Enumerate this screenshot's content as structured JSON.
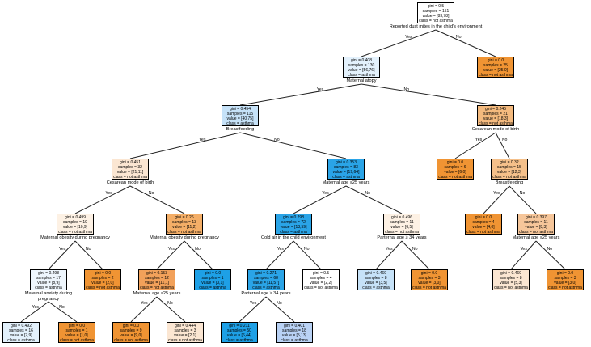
{
  "colors": {
    "asthma_strong": "#1ea0e6",
    "asthma_mid": "#b9dcf7",
    "asthma_light": "#e3f1fc",
    "not_asthma_strong": "#f09433",
    "not_asthma_mid": "#f4ba7e",
    "not_asthma_light": "#fbe6d2"
  },
  "edge_labels": {
    "yes": "Yes",
    "no": "No"
  },
  "nodes": [
    {
      "id": "n0",
      "lines": [
        "gini = 0.5",
        "samples = 151",
        "value = [83,78]",
        "class = not asthma"
      ],
      "split": "Reported dust mites in the child's environment",
      "color": "#ffffff"
    },
    {
      "id": "n1",
      "lines": [
        "gini = 0.408",
        "samples = 130",
        "value = [56,76]",
        "class = asthma"
      ],
      "split": "Maternal atopy",
      "color": "#e3f1fc"
    },
    {
      "id": "n2",
      "lines": [
        "gini = 0.0",
        "samples = 25",
        "value = [25,0]",
        "class = not asthma"
      ],
      "split": "",
      "color": "#f09433"
    },
    {
      "id": "n3",
      "lines": [
        "gini = 0.454",
        "samples = 115",
        "value = [40,75]",
        "class = asthma"
      ],
      "split": "Breastfeeding",
      "color": "#c6e2f8"
    },
    {
      "id": "n4",
      "lines": [
        "gini = 0.245",
        "samples = 21",
        "value = [18,3]",
        "class = not asthma"
      ],
      "split": "Cesarean mode of birth",
      "color": "#f4ba7e"
    },
    {
      "id": "n5",
      "lines": [
        "gini = 0.451",
        "samples = 32",
        "value = [21,11]",
        "class = not asthma"
      ],
      "split": "Cesarean mode of birth",
      "color": "#fbe6d2"
    },
    {
      "id": "n6",
      "lines": [
        "gini = 0.353",
        "samples = 83",
        "value = [19,64]",
        "class = asthma"
      ],
      "split": "Maternal age ≤25 years",
      "color": "#2aa4e7"
    },
    {
      "id": "n7",
      "lines": [
        "gini = 0.0",
        "samples = 6",
        "value = [6,0]",
        "class = not asthma"
      ],
      "split": "",
      "color": "#f09433"
    },
    {
      "id": "n8",
      "lines": [
        "gini = 0.32",
        "samples = 15",
        "value = [12,3]",
        "class = not asthma"
      ],
      "split": "Breastfeeding",
      "color": "#f5c08a"
    },
    {
      "id": "n9",
      "lines": [
        "gini = 0.499",
        "samples = 19",
        "value = [10,9]",
        "class = not asthma"
      ],
      "split": "Maternal obesity during pregnancy",
      "color": "#fdf1e4"
    },
    {
      "id": "n10",
      "lines": [
        "gini = 0.26",
        "samples = 13",
        "value = [11,2]",
        "class = not asthma"
      ],
      "split": "Maternal obesity during pregnancy",
      "color": "#f4ae67"
    },
    {
      "id": "n11",
      "lines": [
        "gini = 0.298",
        "samples = 72",
        "value = [13,59]",
        "class = asthma"
      ],
      "split": "Cold air in the child environment",
      "color": "#2aa4e7"
    },
    {
      "id": "n12",
      "lines": [
        "gini = 0.496",
        "samples = 11",
        "value = [6,5]",
        "class = not asthma"
      ],
      "split": "Parternal age ≥ 34 years",
      "color": "#fdf1e4"
    },
    {
      "id": "n13",
      "lines": [
        "gini = 0.0",
        "samples = 4",
        "value = [4,0]",
        "class = not asthma"
      ],
      "split": "",
      "color": "#f09433"
    },
    {
      "id": "n14",
      "lines": [
        "gini = 0.397",
        "samples = 11",
        "value = [8,3]",
        "class = not asthma"
      ],
      "split": "Maternal age ≤25 years",
      "color": "#f6c69a"
    },
    {
      "id": "n15",
      "lines": [
        "gini = 0.498",
        "samples = 17",
        "value = [8,9]",
        "class = asthma"
      ],
      "split": "Maternal anxiety during pregnancy",
      "color": "#eef6fd"
    },
    {
      "id": "n16",
      "lines": [
        "gini = 0.0",
        "samples = 2",
        "value = [2,0]",
        "class = not asthma"
      ],
      "split": "",
      "color": "#f09433"
    },
    {
      "id": "n17",
      "lines": [
        "gini = 0.153",
        "samples = 12",
        "value = [11,1]",
        "class = not asthma"
      ],
      "split": "Maternal age ≤25 years",
      "color": "#f2a15a"
    },
    {
      "id": "n18",
      "lines": [
        "gini = 0.0",
        "samples = 1",
        "value = [0,1]",
        "class = asthma"
      ],
      "split": "",
      "color": "#1ea0e6"
    },
    {
      "id": "n19",
      "lines": [
        "gini = 0.271",
        "samples = 68",
        "value = [11,57]",
        "class = asthma"
      ],
      "split": "Parternal age ≥ 34 years",
      "color": "#2aa4e7"
    },
    {
      "id": "n20",
      "lines": [
        "gini = 0.5",
        "samples = 4",
        "value = [2,2]",
        "class = not asthma"
      ],
      "split": "",
      "color": "#ffffff"
    },
    {
      "id": "n21",
      "lines": [
        "gini = 0.469",
        "samples = 8",
        "value = [3,5]",
        "class = asthma"
      ],
      "split": "",
      "color": "#c6e2f8"
    },
    {
      "id": "n22",
      "lines": [
        "gini = 0.0",
        "samples = 3",
        "value = [3,0]",
        "class = not asthma"
      ],
      "split": "",
      "color": "#f09433"
    },
    {
      "id": "n23",
      "lines": [
        "gini = 0.469",
        "samples = 8",
        "value = [5,3]",
        "class = not asthma"
      ],
      "split": "",
      "color": "#fbe6d2"
    },
    {
      "id": "n24",
      "lines": [
        "gini = 0.0",
        "samples = 3",
        "value = [3,0]",
        "class = not asthma"
      ],
      "split": "",
      "color": "#f09433"
    },
    {
      "id": "n25",
      "lines": [
        "gini = 0.492",
        "samples = 16",
        "value = [7,9]",
        "class = asthma"
      ],
      "split": "",
      "color": "#e3f1fc"
    },
    {
      "id": "n26",
      "lines": [
        "gini = 0.0",
        "samples = 1",
        "value = [1,0]",
        "class = not asthma"
      ],
      "split": "",
      "color": "#f09433"
    },
    {
      "id": "n27",
      "lines": [
        "gini = 0.0",
        "samples = 9",
        "value = [9,0]",
        "class = not asthma"
      ],
      "split": "",
      "color": "#f09433"
    },
    {
      "id": "n28",
      "lines": [
        "gini = 0.444",
        "samples = 3",
        "value = [2,1]",
        "class = not asthma"
      ],
      "split": "",
      "color": "#fbe6d2"
    },
    {
      "id": "n29",
      "lines": [
        "gini = 0.211",
        "samples = 50",
        "value = [6,44]",
        "class = asthma"
      ],
      "split": "",
      "color": "#1ea0e6"
    },
    {
      "id": "n30",
      "lines": [
        "gini = 0.401",
        "samples = 18",
        "value = [5,13]",
        "class = asthma"
      ],
      "split": "",
      "color": "#b9d2f5"
    }
  ],
  "edges": [
    {
      "from": "n0",
      "to": "n1",
      "label": "Yes"
    },
    {
      "from": "n0",
      "to": "n2",
      "label": "No"
    },
    {
      "from": "n1",
      "to": "n3",
      "label": "Yes"
    },
    {
      "from": "n1",
      "to": "n4",
      "label": "No"
    },
    {
      "from": "n3",
      "to": "n5",
      "label": "Yes"
    },
    {
      "from": "n3",
      "to": "n6",
      "label": "No"
    },
    {
      "from": "n4",
      "to": "n7",
      "label": "Yes"
    },
    {
      "from": "n4",
      "to": "n8",
      "label": "No"
    },
    {
      "from": "n5",
      "to": "n9",
      "label": "Yes"
    },
    {
      "from": "n5",
      "to": "n10",
      "label": "No"
    },
    {
      "from": "n6",
      "to": "n11",
      "label": "Yes"
    },
    {
      "from": "n6",
      "to": "n12",
      "label": "No"
    },
    {
      "from": "n8",
      "to": "n13",
      "label": "Yes"
    },
    {
      "from": "n8",
      "to": "n14",
      "label": "No"
    },
    {
      "from": "n9",
      "to": "n15",
      "label": "Yes"
    },
    {
      "from": "n9",
      "to": "n16",
      "label": "No"
    },
    {
      "from": "n10",
      "to": "n17",
      "label": "Yes"
    },
    {
      "from": "n10",
      "to": "n18",
      "label": "No"
    },
    {
      "from": "n11",
      "to": "n19",
      "label": "Yes"
    },
    {
      "from": "n11",
      "to": "n20",
      "label": "No"
    },
    {
      "from": "n12",
      "to": "n21",
      "label": "Yes"
    },
    {
      "from": "n12",
      "to": "n22",
      "label": "No"
    },
    {
      "from": "n14",
      "to": "n23",
      "label": "Yes"
    },
    {
      "from": "n14",
      "to": "n24",
      "label": "No"
    },
    {
      "from": "n15",
      "to": "n25",
      "label": "Yes"
    },
    {
      "from": "n15",
      "to": "n26",
      "label": "No"
    },
    {
      "from": "n17",
      "to": "n27",
      "label": "Yes"
    },
    {
      "from": "n17",
      "to": "n28",
      "label": "No"
    },
    {
      "from": "n19",
      "to": "n29",
      "label": "Yes"
    },
    {
      "from": "n19",
      "to": "n30",
      "label": "No"
    }
  ]
}
